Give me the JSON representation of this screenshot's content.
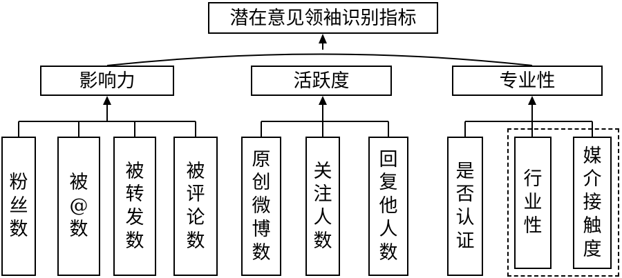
{
  "root": {
    "label": "潜在意见领袖识别指标"
  },
  "categories": [
    {
      "label": "影响力",
      "indicators": [
        "粉丝数",
        "被@数",
        "被转发数",
        "被评论数"
      ]
    },
    {
      "label": "活跃度",
      "indicators": [
        "原创微博数",
        "关注人数",
        "回复他人数"
      ]
    },
    {
      "label": "专业性",
      "indicators": [
        "是否认证",
        "行业性",
        "媒介接触度"
      ]
    }
  ]
}
